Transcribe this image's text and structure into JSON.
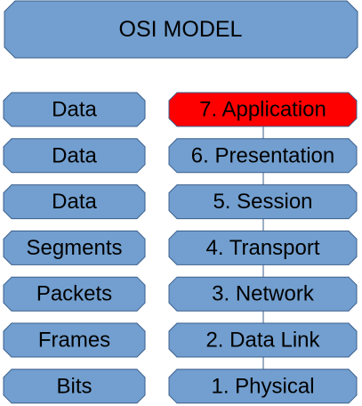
{
  "title": "OSI MODEL",
  "colors": {
    "box_fill": "#729fcf",
    "box_stroke": "#3b5f8c",
    "highlight_fill": "#ff0000",
    "connector": "#3b5f8c"
  },
  "rows": [
    {
      "data_unit": "Data",
      "layer": "7. Application",
      "highlighted": true
    },
    {
      "data_unit": "Data",
      "layer": "6. Presentation",
      "highlighted": false
    },
    {
      "data_unit": "Data",
      "layer": "5. Session",
      "highlighted": false
    },
    {
      "data_unit": "Segments",
      "layer": "4. Transport",
      "highlighted": false
    },
    {
      "data_unit": "Packets",
      "layer": "3. Network",
      "highlighted": false
    },
    {
      "data_unit": "Frames",
      "layer": "2. Data Link",
      "highlighted": false
    },
    {
      "data_unit": "Bits",
      "layer": "1. Physical",
      "highlighted": false
    }
  ]
}
